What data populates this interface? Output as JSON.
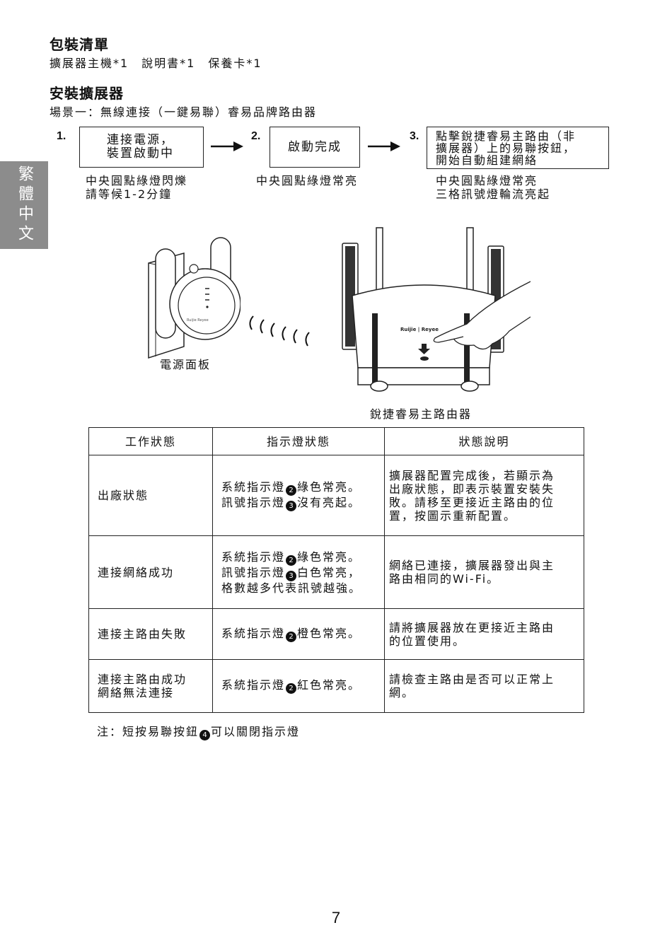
{
  "packing": {
    "title": "包裝清單",
    "items": "擴展器主機*1　說明書*1　保養卡*1"
  },
  "install": {
    "title": "安裝擴展器",
    "scenario": "場景一：無線連接（一鍵易聯）睿易品牌路由器"
  },
  "side_tab": "繁體中文",
  "steps": [
    {
      "num": "1.",
      "box": [
        "連接電源，",
        "裝置啟動中"
      ],
      "note": [
        "中央圓點綠燈閃爍",
        "請等候1-2分鐘"
      ]
    },
    {
      "num": "2.",
      "box": [
        "啟動完成"
      ],
      "note": [
        "中央圓點綠燈常亮"
      ]
    },
    {
      "num": "3.",
      "box": [
        "點擊銳捷睿易主路由（非",
        "擴展器）上的易聯按鈕，",
        "開始自動組建網絡"
      ],
      "note": [
        "中央圓點綠燈常亮",
        "三格訊號燈輪流亮起"
      ]
    }
  ],
  "illustration": {
    "plug_label": "電源面板",
    "router_label": "銳捷睿易主路由器",
    "router_brand": "Ruijie | Reyee",
    "extender_brand": "Ruijie Reyee"
  },
  "table": {
    "headers": [
      "工作狀態",
      "指示燈狀態",
      "狀態說明"
    ],
    "rows": [
      {
        "state": [
          "出廠狀態"
        ],
        "lights": [
          {
            "pre": "系統指示燈",
            "mark": "2",
            "post": "綠色常亮。"
          },
          {
            "pre": "訊號指示燈",
            "mark": "3",
            "post": "沒有亮起。"
          }
        ],
        "desc": [
          "擴展器配置完成後，若顯示為",
          "出廠狀態，即表示裝置安裝失",
          "敗。請移至更接近主路由的位",
          "置，按圖示重新配置。"
        ]
      },
      {
        "state": [
          "連接網絡成功"
        ],
        "lights": [
          {
            "pre": "系統指示燈",
            "mark": "2",
            "post": "綠色常亮。"
          },
          {
            "pre": "訊號指示燈",
            "mark": "3",
            "post": "白色常亮，"
          },
          {
            "pre": "格數越多代表訊號越強。",
            "mark": "",
            "post": ""
          }
        ],
        "desc": [
          "網絡已連接，擴展器發出與主",
          "路由相同的Wi-Fi。"
        ]
      },
      {
        "state": [
          "連接主路由失敗"
        ],
        "lights": [
          {
            "pre": "系統指示燈",
            "mark": "2",
            "post": "橙色常亮。"
          }
        ],
        "desc": [
          "請將擴展器放在更接近主路由",
          "的位置使用。"
        ]
      },
      {
        "state": [
          "連接主路由成功",
          "網絡無法連接"
        ],
        "lights": [
          {
            "pre": "系統指示燈",
            "mark": "2",
            "post": "紅色常亮。"
          }
        ],
        "desc": [
          "請檢查主路由是否可以正常上",
          "網。"
        ]
      }
    ]
  },
  "note": {
    "pre": "注：短按易聯按鈕",
    "mark": "4",
    "post": "可以關閉指示燈"
  },
  "page_number": "7"
}
